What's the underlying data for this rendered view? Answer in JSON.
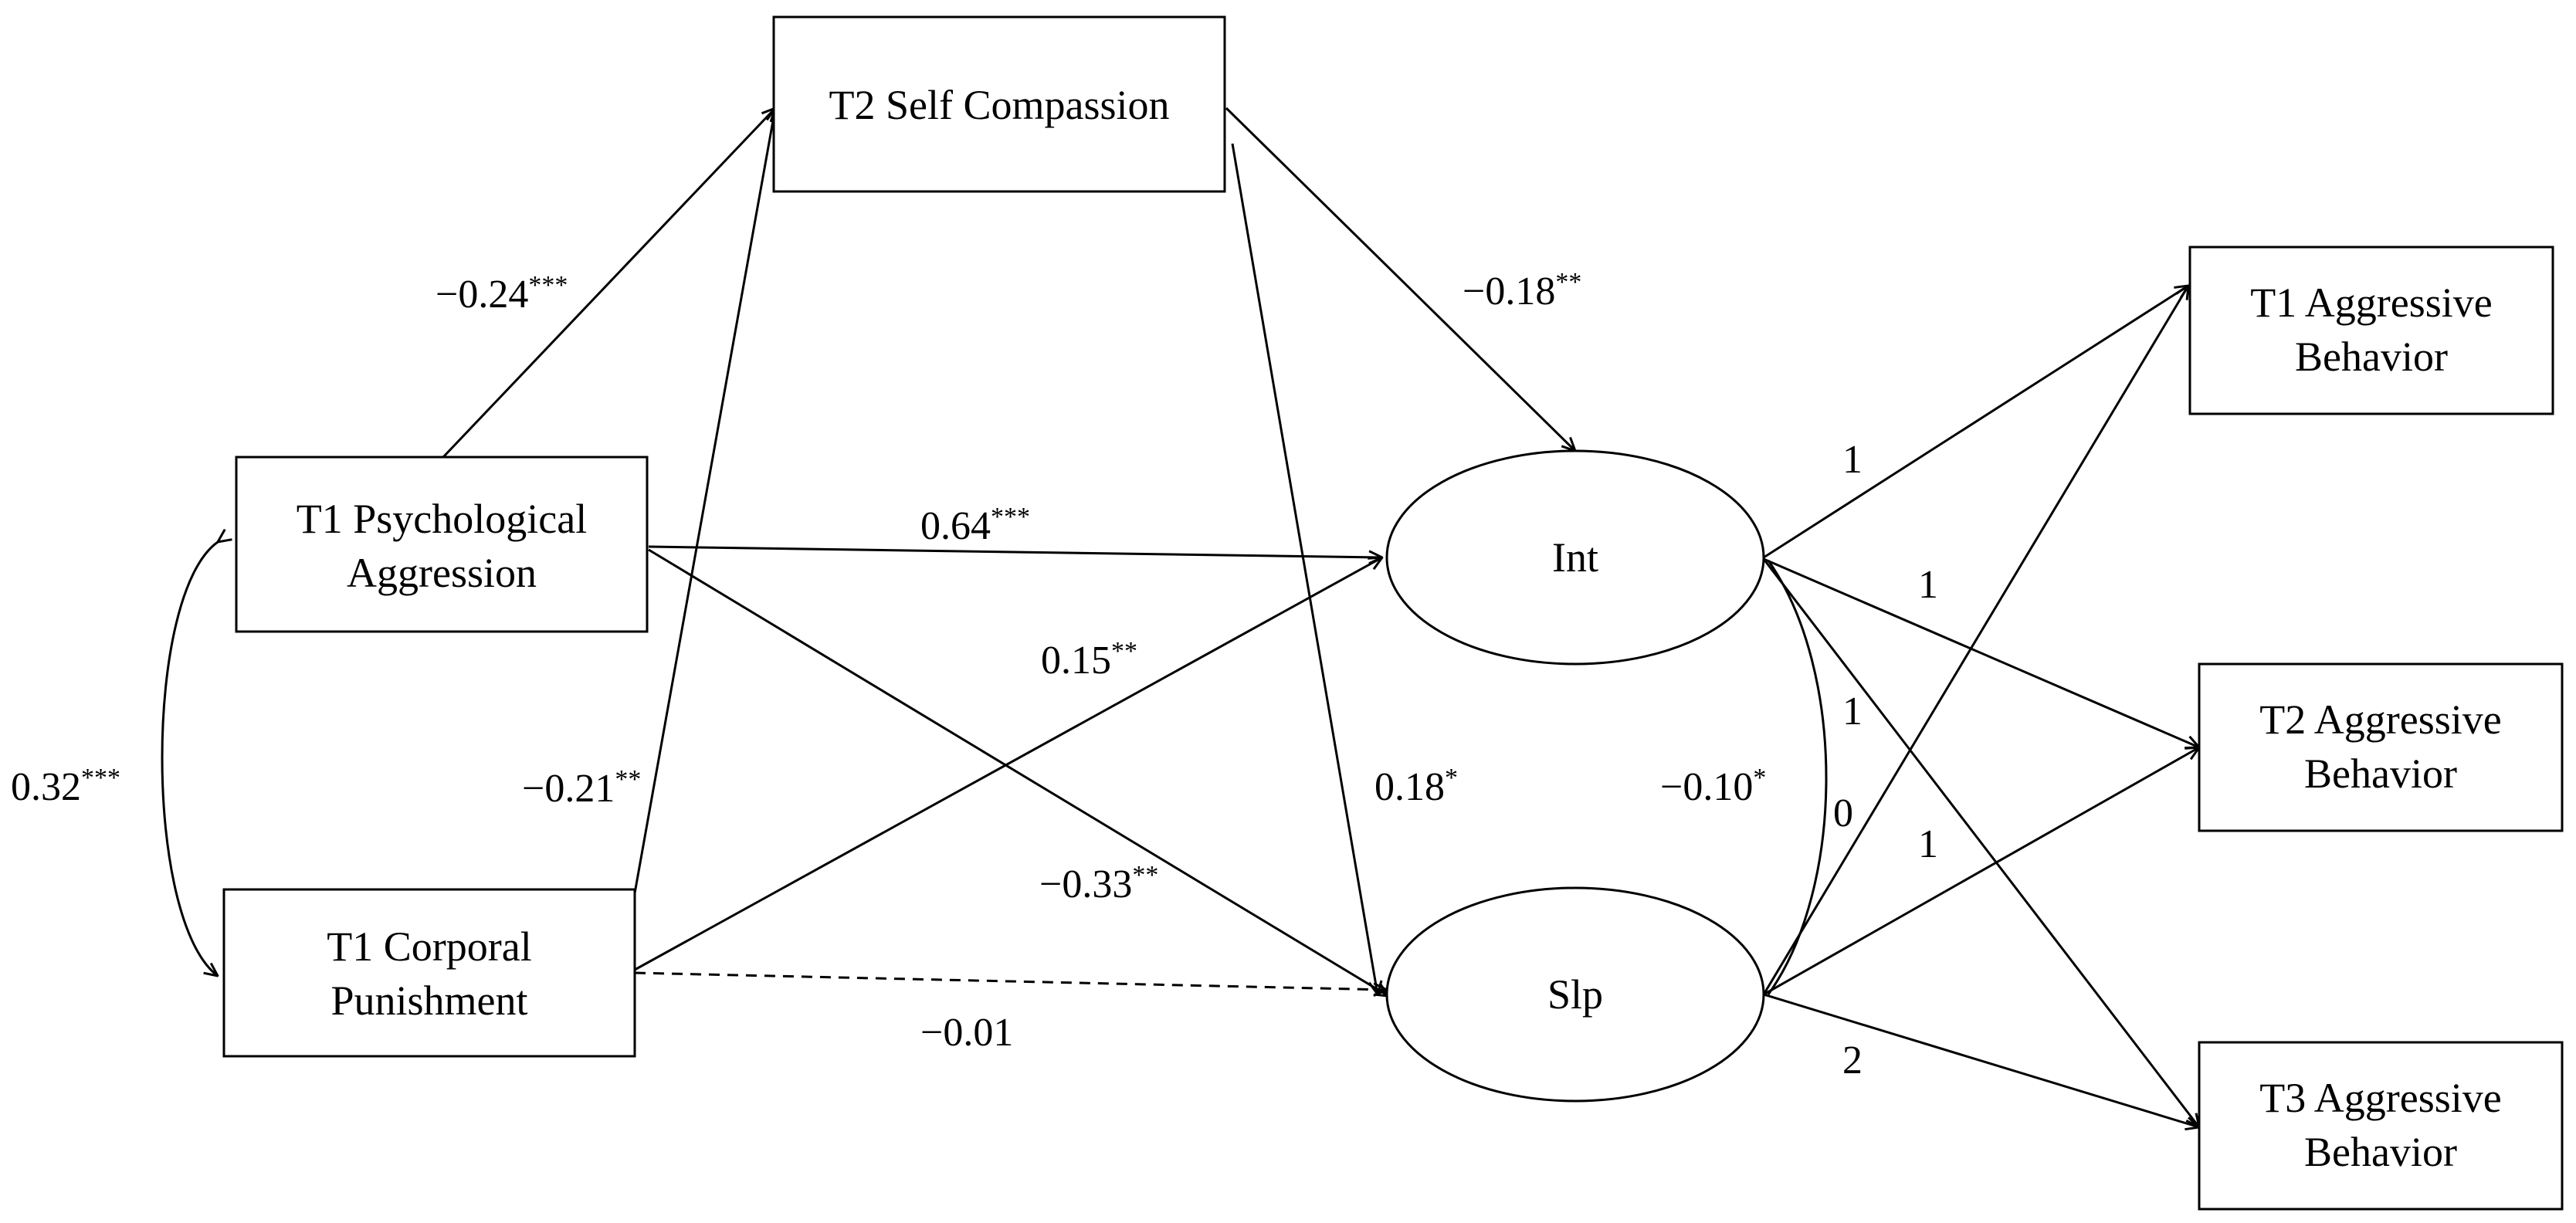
{
  "nodes": {
    "t2_self_compassion": {
      "lines": [
        "T2 Self Compassion"
      ]
    },
    "t1_psych_aggression": {
      "lines": [
        "T1 Psychological",
        "Aggression"
      ]
    },
    "t1_corporal_punishment": {
      "lines": [
        "T1 Corporal",
        "Punishment"
      ]
    },
    "int": {
      "lines": [
        "Int"
      ]
    },
    "slp": {
      "lines": [
        "Slp"
      ]
    },
    "t1_aggressive_behavior": {
      "lines": [
        "T1 Aggressive",
        "Behavior"
      ]
    },
    "t2_aggressive_behavior": {
      "lines": [
        "T2 Aggressive",
        "Behavior"
      ]
    },
    "t3_aggressive_behavior": {
      "lines": [
        "T3 Aggressive",
        "Behavior"
      ]
    }
  },
  "paths": [
    {
      "id": "psych_to_selfcomp",
      "from": "T1 Psychological Aggression",
      "to": "T2 Self Compassion",
      "coef": "−0.24",
      "sig": "***"
    },
    {
      "id": "corp_to_selfcomp",
      "from": "T1 Corporal Punishment",
      "to": "T2 Self Compassion",
      "coef": "−0.21",
      "sig": "**"
    },
    {
      "id": "selfcomp_to_int",
      "from": "T2 Self Compassion",
      "to": "Int",
      "coef": "−0.18",
      "sig": "**"
    },
    {
      "id": "selfcomp_to_slp",
      "from": "T2 Self Compassion",
      "to": "Slp",
      "coef": "0.18",
      "sig": "*"
    },
    {
      "id": "psych_to_int",
      "from": "T1 Psychological Aggression",
      "to": "Int",
      "coef": "0.64",
      "sig": "***"
    },
    {
      "id": "corp_to_int",
      "from": "T1 Corporal Punishment",
      "to": "Int",
      "coef": "0.15",
      "sig": "**"
    },
    {
      "id": "psych_to_slp",
      "from": "T1 Psychological Aggression",
      "to": "Slp",
      "coef": "−0.33",
      "sig": "**"
    },
    {
      "id": "corp_to_slp",
      "from": "T1 Corporal Punishment",
      "to": "Slp",
      "coef": "−0.01",
      "sig": "",
      "style": "dashed"
    }
  ],
  "covariances": [
    {
      "id": "psych_corp_cov",
      "between": [
        "T1 Psychological Aggression",
        "T1 Corporal Punishment"
      ],
      "coef": "0.32",
      "sig": "***"
    },
    {
      "id": "int_slp_cov",
      "between": [
        "Int",
        "Slp"
      ],
      "coef": "−0.10",
      "sig": "*"
    }
  ],
  "loadings": {
    "int_t1": "1",
    "int_t2": "1",
    "int_t3": "1",
    "slp_t1": "0",
    "slp_t2": "1",
    "slp_t3": "2"
  }
}
